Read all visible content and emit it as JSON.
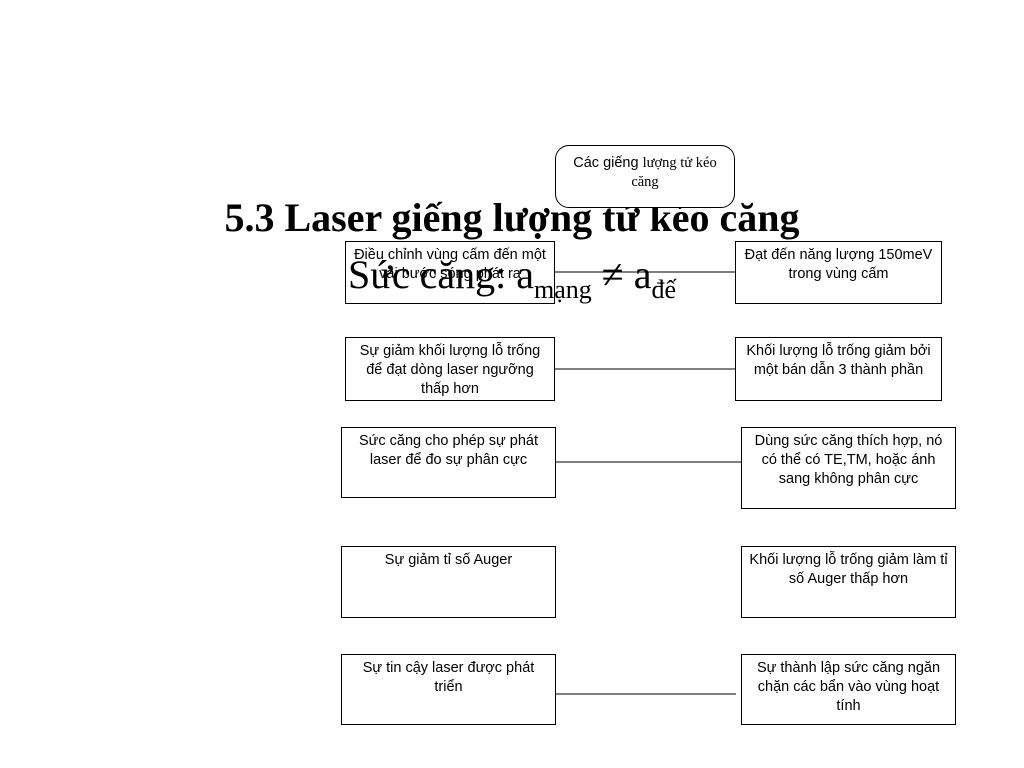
{
  "title": {
    "main": "5.3 Laser giếng lượng tử kéo căng",
    "sub_prefix": "Sức căng: a",
    "sub_mang": "mạng",
    "sub_neq": " ≠ a",
    "sub_de": "đế"
  },
  "top_box": {
    "part1": "Các giếng ",
    "part2": "lượng tử kéo căng"
  },
  "left_boxes": [
    "Điều chỉnh vùng cấm đến một vài bước sóng phát ra",
    "Sự giảm khối lượng lỗ trống để đạt dòng laser ngưỡng thấp hơn",
    "Sức căng cho phép sự phát laser để đo sự phân cực",
    "Sự giảm tỉ số Auger",
    "Sự tin cậy laser được phát triển"
  ],
  "right_boxes": [
    "Đạt đến năng lượng 150meV trong vùng cấm",
    "Khối lượng lỗ trống giảm bởi một bán dẫn 3 thành phần",
    "Dùng sức căng thích hợp, nó có thể có TE,TM, hoặc ánh sang không phân cực",
    "Khối lượng lỗ trống giảm làm tỉ số Auger thấp hơn",
    "Sự thành lập sức căng ngăn chặn các bẩn vào vùng hoạt tính"
  ]
}
